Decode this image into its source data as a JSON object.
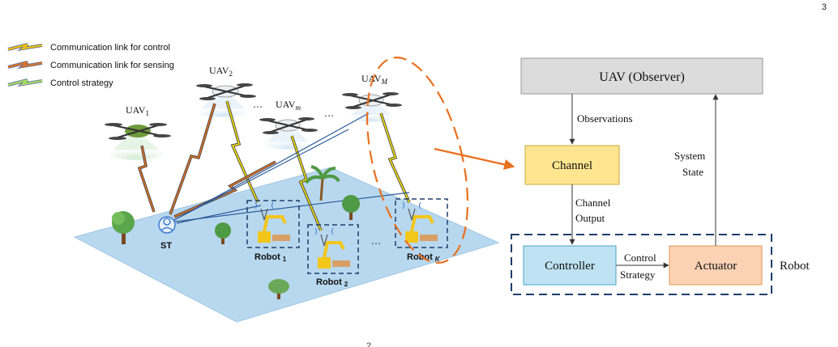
{
  "page_number": "3",
  "footer_mark": "2",
  "legend": {
    "items": [
      {
        "label": "Communication link for control",
        "color": "#f2c200"
      },
      {
        "label": "Communication link for sensing",
        "color": "#e07020"
      },
      {
        "label": "Control strategy",
        "color": "#2e8c99"
      }
    ]
  },
  "scene": {
    "uavs": [
      {
        "base": "UAV",
        "sub": "1"
      },
      {
        "base": "UAV",
        "sub": "2"
      },
      {
        "base": "UAV",
        "sub": "m"
      },
      {
        "base": "UAV",
        "sub": "M"
      }
    ],
    "dots": "⋯",
    "station_label": "ST",
    "robots": [
      {
        "base": "Robot",
        "sub": "1"
      },
      {
        "base": "Robot",
        "sub": "2"
      },
      {
        "base": "Robot",
        "sub": "K"
      }
    ],
    "robot_dots": "⋯"
  },
  "block_diagram": {
    "observer": "UAV (Observer)",
    "observations": "Observations",
    "channel": "Channel",
    "channel_output": [
      "Channel",
      "Output"
    ],
    "controller": "Controller",
    "control_strategy": [
      "Control",
      "Strategy"
    ],
    "actuator": "Actuator",
    "system_state": [
      "System",
      "State"
    ],
    "robot": "Robot"
  },
  "colors": {
    "observer_fill": "#dcdcdc",
    "channel_fill": "#ffe58f",
    "controller_fill": "#bfe3f2",
    "actuator_fill": "#fcd2b4",
    "dashed_box": "#1f3d6b",
    "highlight": "#e9701f",
    "ground": "#b8d8ef"
  }
}
